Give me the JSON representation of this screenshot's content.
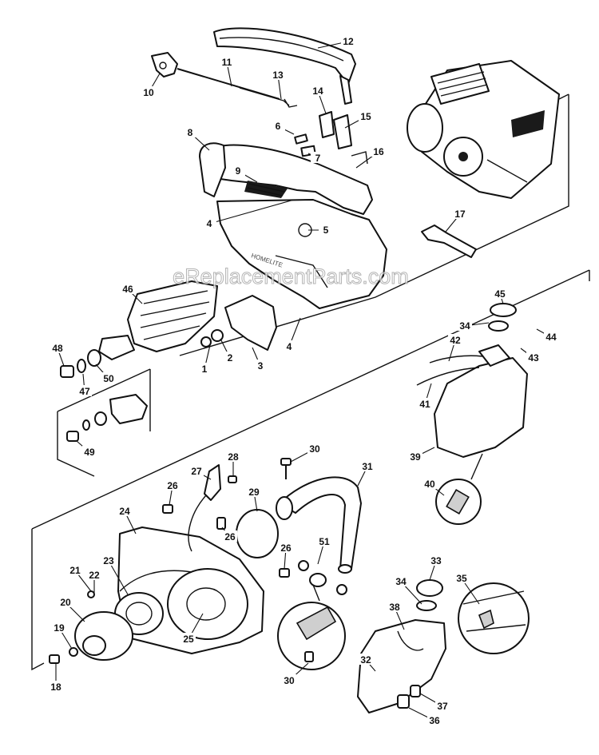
{
  "watermark": "eReplacementParts.com",
  "housing_label": "HOMELITE",
  "callouts": [
    {
      "id": "c1",
      "label": "1"
    },
    {
      "id": "c2",
      "label": "2"
    },
    {
      "id": "c3",
      "label": "3"
    },
    {
      "id": "c4a",
      "label": "4"
    },
    {
      "id": "c4b",
      "label": "4"
    },
    {
      "id": "c5",
      "label": "5"
    },
    {
      "id": "c6",
      "label": "6"
    },
    {
      "id": "c7",
      "label": "7"
    },
    {
      "id": "c8",
      "label": "8"
    },
    {
      "id": "c9",
      "label": "9"
    },
    {
      "id": "c10",
      "label": "10"
    },
    {
      "id": "c11",
      "label": "11"
    },
    {
      "id": "c12",
      "label": "12"
    },
    {
      "id": "c13",
      "label": "13"
    },
    {
      "id": "c14",
      "label": "14"
    },
    {
      "id": "c15",
      "label": "15"
    },
    {
      "id": "c16",
      "label": "16"
    },
    {
      "id": "c17",
      "label": "17"
    },
    {
      "id": "c18",
      "label": "18"
    },
    {
      "id": "c19",
      "label": "19"
    },
    {
      "id": "c20",
      "label": "20"
    },
    {
      "id": "c21",
      "label": "21"
    },
    {
      "id": "c22",
      "label": "22"
    },
    {
      "id": "c23",
      "label": "23"
    },
    {
      "id": "c24",
      "label": "24"
    },
    {
      "id": "c25",
      "label": "25"
    },
    {
      "id": "c26a",
      "label": "26"
    },
    {
      "id": "c26b",
      "label": "26"
    },
    {
      "id": "c26c",
      "label": "26"
    },
    {
      "id": "c27",
      "label": "27"
    },
    {
      "id": "c28",
      "label": "28"
    },
    {
      "id": "c29",
      "label": "29"
    },
    {
      "id": "c30a",
      "label": "30"
    },
    {
      "id": "c30b",
      "label": "30"
    },
    {
      "id": "c31",
      "label": "31"
    },
    {
      "id": "c32",
      "label": "32"
    },
    {
      "id": "c33",
      "label": "33"
    },
    {
      "id": "c34a",
      "label": "34"
    },
    {
      "id": "c34b",
      "label": "34"
    },
    {
      "id": "c35",
      "label": "35"
    },
    {
      "id": "c36",
      "label": "36"
    },
    {
      "id": "c37",
      "label": "37"
    },
    {
      "id": "c38",
      "label": "38"
    },
    {
      "id": "c39",
      "label": "39"
    },
    {
      "id": "c40",
      "label": "40"
    },
    {
      "id": "c41",
      "label": "41"
    },
    {
      "id": "c42",
      "label": "42"
    },
    {
      "id": "c43",
      "label": "43"
    },
    {
      "id": "c44",
      "label": "44"
    },
    {
      "id": "c45",
      "label": "45"
    },
    {
      "id": "c46",
      "label": "46"
    },
    {
      "id": "c47",
      "label": "47"
    },
    {
      "id": "c48",
      "label": "48"
    },
    {
      "id": "c49",
      "label": "49"
    },
    {
      "id": "c50",
      "label": "50"
    },
    {
      "id": "c51",
      "label": "51"
    }
  ]
}
